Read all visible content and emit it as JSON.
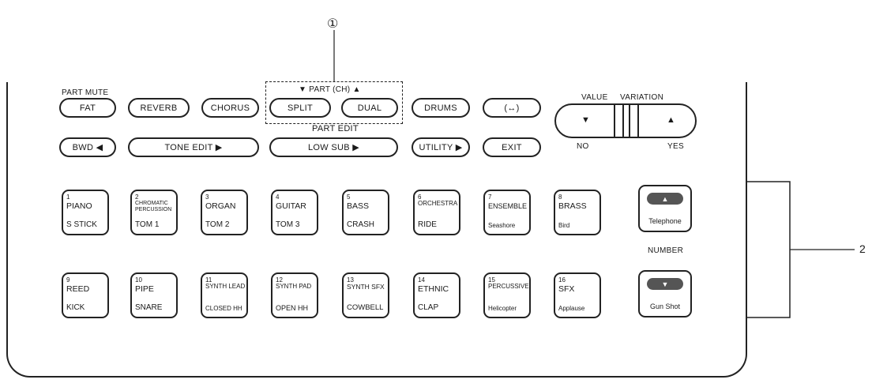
{
  "callouts": {
    "one": "①",
    "two": "2"
  },
  "labels": {
    "part_mute": "PART MUTE",
    "part_ch": "▼ PART (CH) ▲",
    "part_edit": "PART EDIT",
    "value": "VALUE",
    "variation": "VARIATION",
    "no": "NO",
    "yes": "YES",
    "number": "NUMBER"
  },
  "top_row": {
    "fat": "FAT",
    "reverb": "REVERB",
    "chorus": "CHORUS",
    "split": "SPLIT",
    "dual": "DUAL",
    "drums": "DRUMS",
    "link": "(↔)"
  },
  "second_row": {
    "bwd": "BWD ◀",
    "tone_edit": "TONE EDIT ▶",
    "low_sub": "LOW SUB ▶",
    "utility": "UTILITY ▶",
    "exit": "EXIT"
  },
  "value_variation": {
    "down": "▼",
    "up": "▲"
  },
  "pads": [
    {
      "num": "1",
      "top": "PIANO",
      "bottom": "S STICK"
    },
    {
      "num": "2",
      "top": "CHROMATIC PERCUSSION",
      "bottom": "TOM 1"
    },
    {
      "num": "3",
      "top": "ORGAN",
      "bottom": "TOM 2"
    },
    {
      "num": "4",
      "top": "GUITAR",
      "bottom": "TOM 3"
    },
    {
      "num": "5",
      "top": "BASS",
      "bottom": "CRASH"
    },
    {
      "num": "6",
      "top": "ORCHESTRA",
      "bottom": "RIDE"
    },
    {
      "num": "7",
      "top": "ENSEMBLE",
      "bottom": "Seashore"
    },
    {
      "num": "8",
      "top": "BRASS",
      "bottom": "Bird"
    },
    {
      "num": "9",
      "top": "REED",
      "bottom": "KICK"
    },
    {
      "num": "10",
      "top": "PIPE",
      "bottom": "SNARE"
    },
    {
      "num": "11",
      "top": "SYNTH LEAD",
      "bottom": "CLOSED HH"
    },
    {
      "num": "12",
      "top": "SYNTH PAD",
      "bottom": "OPEN HH"
    },
    {
      "num": "13",
      "top": "SYNTH SFX",
      "bottom": "COWBELL"
    },
    {
      "num": "14",
      "top": "ETHNIC",
      "bottom": "CLAP"
    },
    {
      "num": "15",
      "top": "PERCUSSIVE",
      "bottom": "Helicopter"
    },
    {
      "num": "16",
      "top": "SFX",
      "bottom": "Applause"
    }
  ],
  "number_buttons": {
    "up_symbol": "▲",
    "down_symbol": "▼",
    "up_caption": "Telephone",
    "down_caption": "Gun Shot"
  }
}
